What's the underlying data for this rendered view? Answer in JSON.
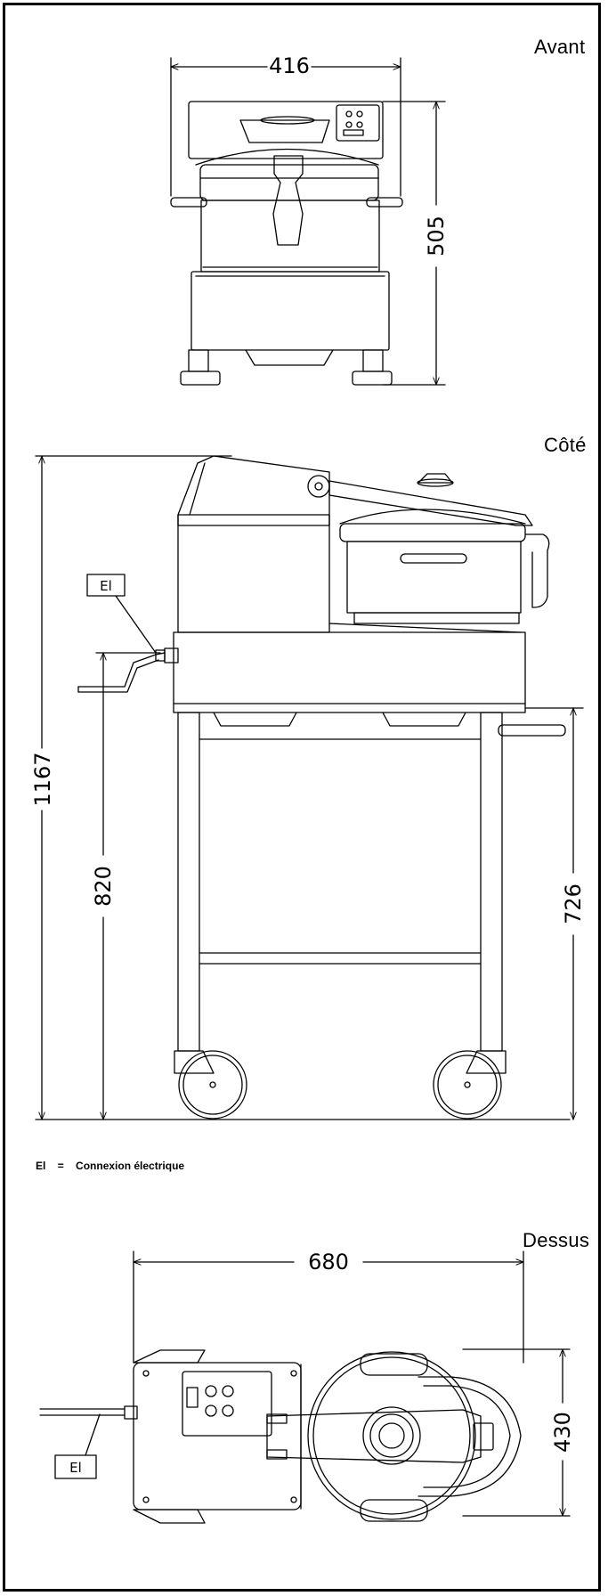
{
  "views": {
    "front": {
      "title": "Avant",
      "width_dim": "416",
      "height_dim": "505"
    },
    "side": {
      "title": "Côté",
      "total_height_dim": "1167",
      "connection_height_dim": "820",
      "table_height_dim": "726",
      "connection_label": "El"
    },
    "top": {
      "title": "Dessus",
      "length_dim": "680",
      "depth_dim": "430",
      "connection_label": "El"
    }
  },
  "legend": {
    "code": "El",
    "equals": "=",
    "text": "Connexion électrique"
  }
}
